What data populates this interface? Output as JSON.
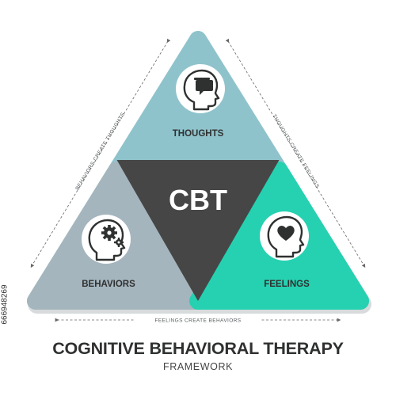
{
  "diagram": {
    "center": "CBT",
    "thoughts": "THOUGHTS",
    "behaviors": "BEHAVIORS",
    "feelings": "FEELINGS",
    "edge_left": "BEHAVIORS CREATE THOUGHTS",
    "edge_right": "THOUGHTS CREATE FEELINGS",
    "edge_bottom": "FEELINGS CREATE BEHAVIORS"
  },
  "title": "COGNITIVE BEHAVIORAL THERAPY",
  "subtitle": "FRAMEWORK",
  "stock_id": "666948269",
  "colors": {
    "thoughts": "#8fc3cc",
    "behaviors": "#a5b5bd",
    "feelings": "#25d1b1",
    "center": "#464646"
  },
  "icons": {
    "thoughts": "head-with-speech-bubble-icon",
    "behaviors": "head-with-gears-icon",
    "feelings": "head-with-heart-icon"
  }
}
